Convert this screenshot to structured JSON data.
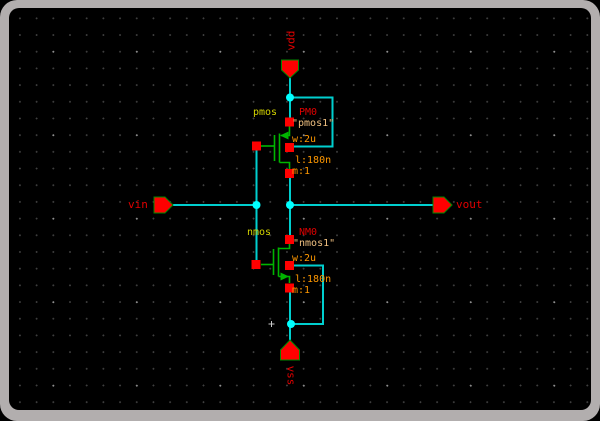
{
  "window": {
    "frame_color": "#b2aeae",
    "canvas_bg": "#000000",
    "grid_dot_color": "#3f3f3f"
  },
  "colors": {
    "wire": "#00cfcf",
    "junction": "#00ffff",
    "pin": "#ff0000",
    "symbol": "#00b400",
    "net_label": "#e00000",
    "cell_label": "#d4d400",
    "instance_name": "#e00000",
    "model_label": "#f0c080",
    "param_label": "#ff9800"
  },
  "schematic": {
    "pins": {
      "vdd": {
        "label": "vdd"
      },
      "vin": {
        "label": "vin"
      },
      "vout": {
        "label": "vout"
      },
      "vss": {
        "label": "vss"
      }
    },
    "instances": {
      "pmos": {
        "cell": "pmos",
        "name": "PM0",
        "model": "\"pmos1\"",
        "width": "w:2u",
        "length": "l:180n",
        "mult": "m:1"
      },
      "nmos": {
        "cell": "nmos",
        "name": "NM0",
        "model": "\"nmos1\"",
        "width": "w:2u",
        "length": "l:180n",
        "mult": "m:1"
      }
    }
  }
}
